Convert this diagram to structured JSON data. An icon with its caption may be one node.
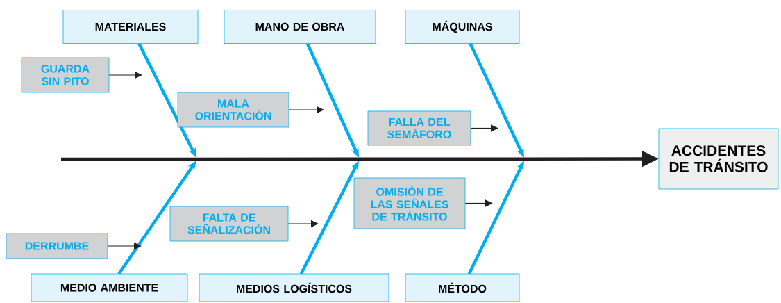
{
  "diagram": {
    "nodes": [
      {
        "text": [
          "MATERIALES"
        ]
      },
      {
        "text": [
          "MANO DE OBRA"
        ]
      },
      {
        "text": [
          "MÁQUINAS"
        ]
      },
      {
        "text": [
          "GUARDA SIN PITO"
        ]
      },
      {
        "text": [
          "MALA ORIENTACIÓN"
        ]
      },
      {
        "text": [
          "FALLA DEL SEMÁFORO"
        ]
      },
      {
        "text": [
          "DERRUMBE"
        ]
      },
      {
        "text": [
          "FALTA DE SEÑALIZACIÓN"
        ]
      },
      {
        "text": [
          "OMISIÓN DE LAS SEÑALES DE TRÁNSITO"
        ]
      },
      {
        "text": [
          "MEDIO AMBIENTE"
        ]
      },
      {
        "text": [
          "MEDIOS LOGÍSTICOS"
        ]
      },
      {
        "text": [
          "MÉTODO"
        ]
      },
      {
        "text": [
          "ACCIDENTES DE TRÁNSITO"
        ]
      }
    ],
    "edges": [
      {
        "from": null,
        "to": 12,
        "arrow": "to"
      },
      {
        "from": 0,
        "to": null,
        "arrow": "to",
        "color": "#00aeef"
      },
      {
        "from": 1,
        "to": null,
        "arrow": "to",
        "color": "#00aeef"
      },
      {
        "from": 2,
        "to": null,
        "arrow": "to",
        "color": "#00aeef"
      },
      {
        "from": 9,
        "to": null,
        "arrow": "to",
        "color": "#00aeef"
      },
      {
        "from": 10,
        "to": null,
        "arrow": "to",
        "color": "#00aeef"
      },
      {
        "from": 11,
        "to": null,
        "arrow": "to",
        "color": "#00aeef"
      },
      {
        "from": 3,
        "to": null,
        "arrow": "to"
      },
      {
        "from": 4,
        "to": null,
        "arrow": "to"
      },
      {
        "from": 5,
        "to": null,
        "arrow": "to"
      },
      {
        "from": 6,
        "to": null,
        "arrow": "to"
      },
      {
        "from": 7,
        "to": null,
        "arrow": "to"
      },
      {
        "from": 8,
        "to": null,
        "arrow": "to"
      }
    ]
  }
}
